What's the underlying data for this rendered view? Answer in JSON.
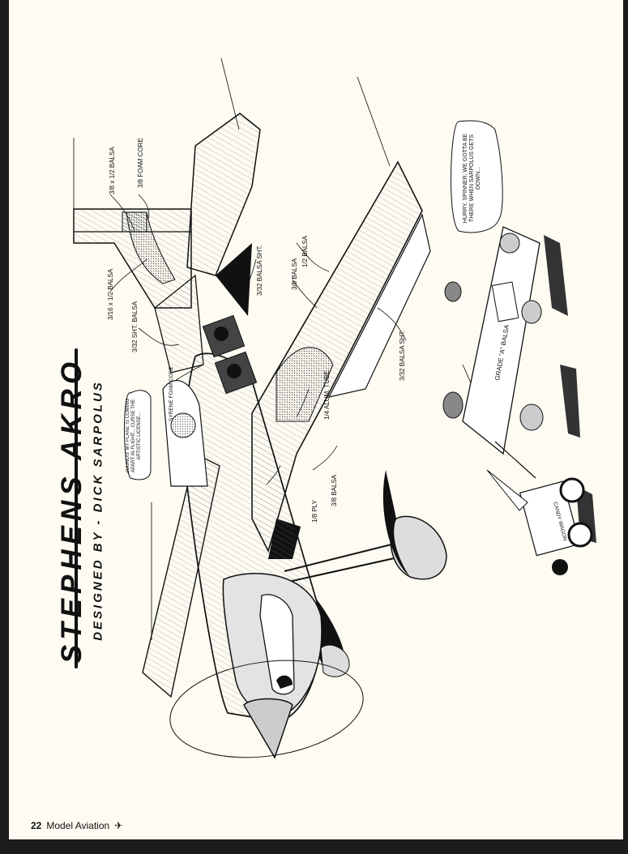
{
  "article": {
    "title": "STEPHENS AKRO",
    "byline": "DESIGNED BY - DICK SARPOLUS"
  },
  "footer": {
    "page_number": "22",
    "publication": "Model Aviation",
    "icon": "airplane-icon",
    "icon_glyph": "✈"
  },
  "callouts": {
    "fin_spar": "3/8 x 1/2 BALSA",
    "fin_core": "3/8 FOAM CORE",
    "stab_spar": "3/16 x 1/2 BALSA",
    "stab_sheet": "3/32 SHT. BALSA",
    "fuse_core": "SYRENE FOAM CORE",
    "wing_sheet_top": "3/32 BALSA SHT.",
    "wing_spar_a": "3/8 BALSA",
    "wing_spar_b": "1/2 BALSA",
    "alum_tube": "1/4 ALUM. TUBE",
    "gear_balsa": "3/8 BALSA",
    "gear_ply": "1/8 PLY",
    "wing_sheet": "3/32 BALSA SHT."
  },
  "cartoon": {
    "pilot_bubble": "ZOUNDS! MY PLANE IS COMING APART IN FLIGHT... CURSE THE ARTISTIC LICENSE...",
    "crew_bubble": "HURRY, SPINNER, WE GOTTA BE THERE WHEN SARPOLUS GETS DOWN...",
    "plank_label": "GRADE \"A\" BALSA",
    "wagon_label": "CANDY WAGON"
  },
  "colors": {
    "paper": "#fdfbf2",
    "ink": "#111111",
    "frame": "#1c1c1c"
  }
}
